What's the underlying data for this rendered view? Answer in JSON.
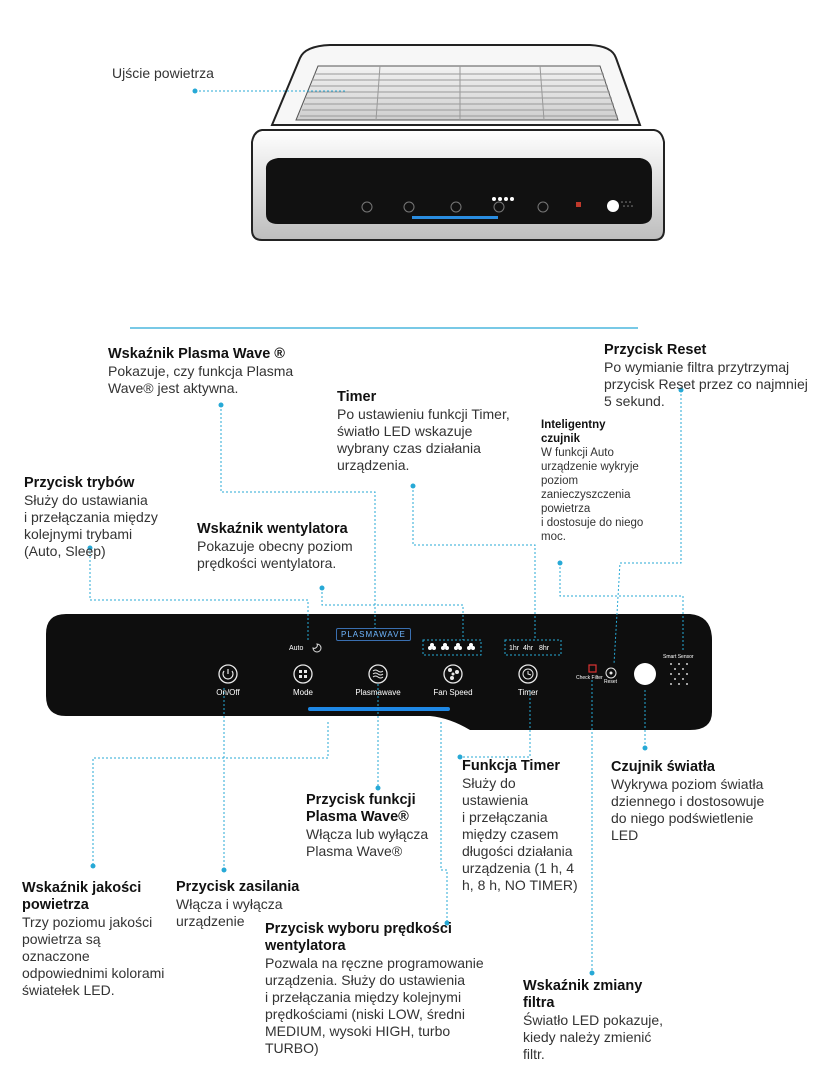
{
  "top_label": "Ujście powietrza",
  "panel": {
    "brand": "PLASMAWAVE",
    "auto": "Auto",
    "buttons": [
      "On/Off",
      "Mode",
      "Plasmawave",
      "Fan Speed",
      "Timer"
    ],
    "timer_indicators": [
      "1hr",
      "4hr",
      "8hr"
    ],
    "check_filter": "Check Filter",
    "reset": "Reset",
    "smart_sensor": "Smart Sensor"
  },
  "callouts": {
    "plasma_indicator": {
      "title": "Wskaźnik Plasma Wave ®",
      "body": "Pokazuje, czy funkcja Plasma\nWave® jest aktywna."
    },
    "reset_button": {
      "title": "Przycisk Reset",
      "body": "Po wymianie filtra przytrzymaj\nprzycisk Reset przez co najmniej\n5 sekund."
    },
    "timer": {
      "title": "Timer",
      "body": "Po ustawieniu funkcji Timer,\nświatło LED wskazuje\nwybrany czas działania\nurządzenia."
    },
    "smart_sensor": {
      "title": "Inteligentny\nczujnik",
      "body": "W funkcji Auto\nurządzenie wykryje\npoziom\nzanieczyszczenia\npowietrza\ni dostosuje do niego\nmoc."
    },
    "mode_button": {
      "title": "Przycisk trybów",
      "body": "Służy do ustawiania\ni przełączania między\nkolejnymi trybami\n(Auto, Sleep)"
    },
    "fan_indicator": {
      "title": "Wskaźnik wentylatora",
      "body": "Pokazuje obecny poziom\nprędkości wentylatora."
    },
    "timer_function": {
      "title": "Funkcja Timer",
      "body": "Służy do\nustawienia\ni przełączania\nmiędzy czasem\ndługości działania\nurządzenia (1 h, 4\n h, 8 h, NO TIMER)"
    },
    "light_sensor": {
      "title": "Czujnik światła",
      "body": "Wykrywa poziom światła\ndziennego i dostosowuje\ndo niego podświetlenie\nLED"
    },
    "plasma_button": {
      "title": "Przycisk funkcji\nPlasma Wave®",
      "body": "Włącza lub wyłącza\nPlasma Wave®"
    },
    "air_quality": {
      "title": "Wskaźnik jakości\npowietrza",
      "body": "Trzy poziomu jakości\npowietrza są\noznaczone\nodpowiednimi kolorami\nświatełek LED."
    },
    "power_button": {
      "title": "Przycisk zasilania",
      "body": "Włącza i wyłącza\nurządzenie"
    },
    "fan_speed_button": {
      "title": "Przycisk wyboru prędkości\nwentylatora",
      "body": "Pozwala na ręczne programowanie\nurządzenia. Służy do ustawienia\ni przełączania między kolejnymi\nprędkościami (niski LOW, średni\nMEDIUM, wysoki HIGH, turbo\nTURBO)"
    },
    "filter_indicator": {
      "title": "Wskaźnik zmiany\nfiltra",
      "body": "Światło LED pokazuje,\nkiedy należy zmienić\nfiltr."
    }
  },
  "colors": {
    "leader": "#27a9d6",
    "panel": "#111111",
    "accent_bar": "#1e88e5"
  }
}
